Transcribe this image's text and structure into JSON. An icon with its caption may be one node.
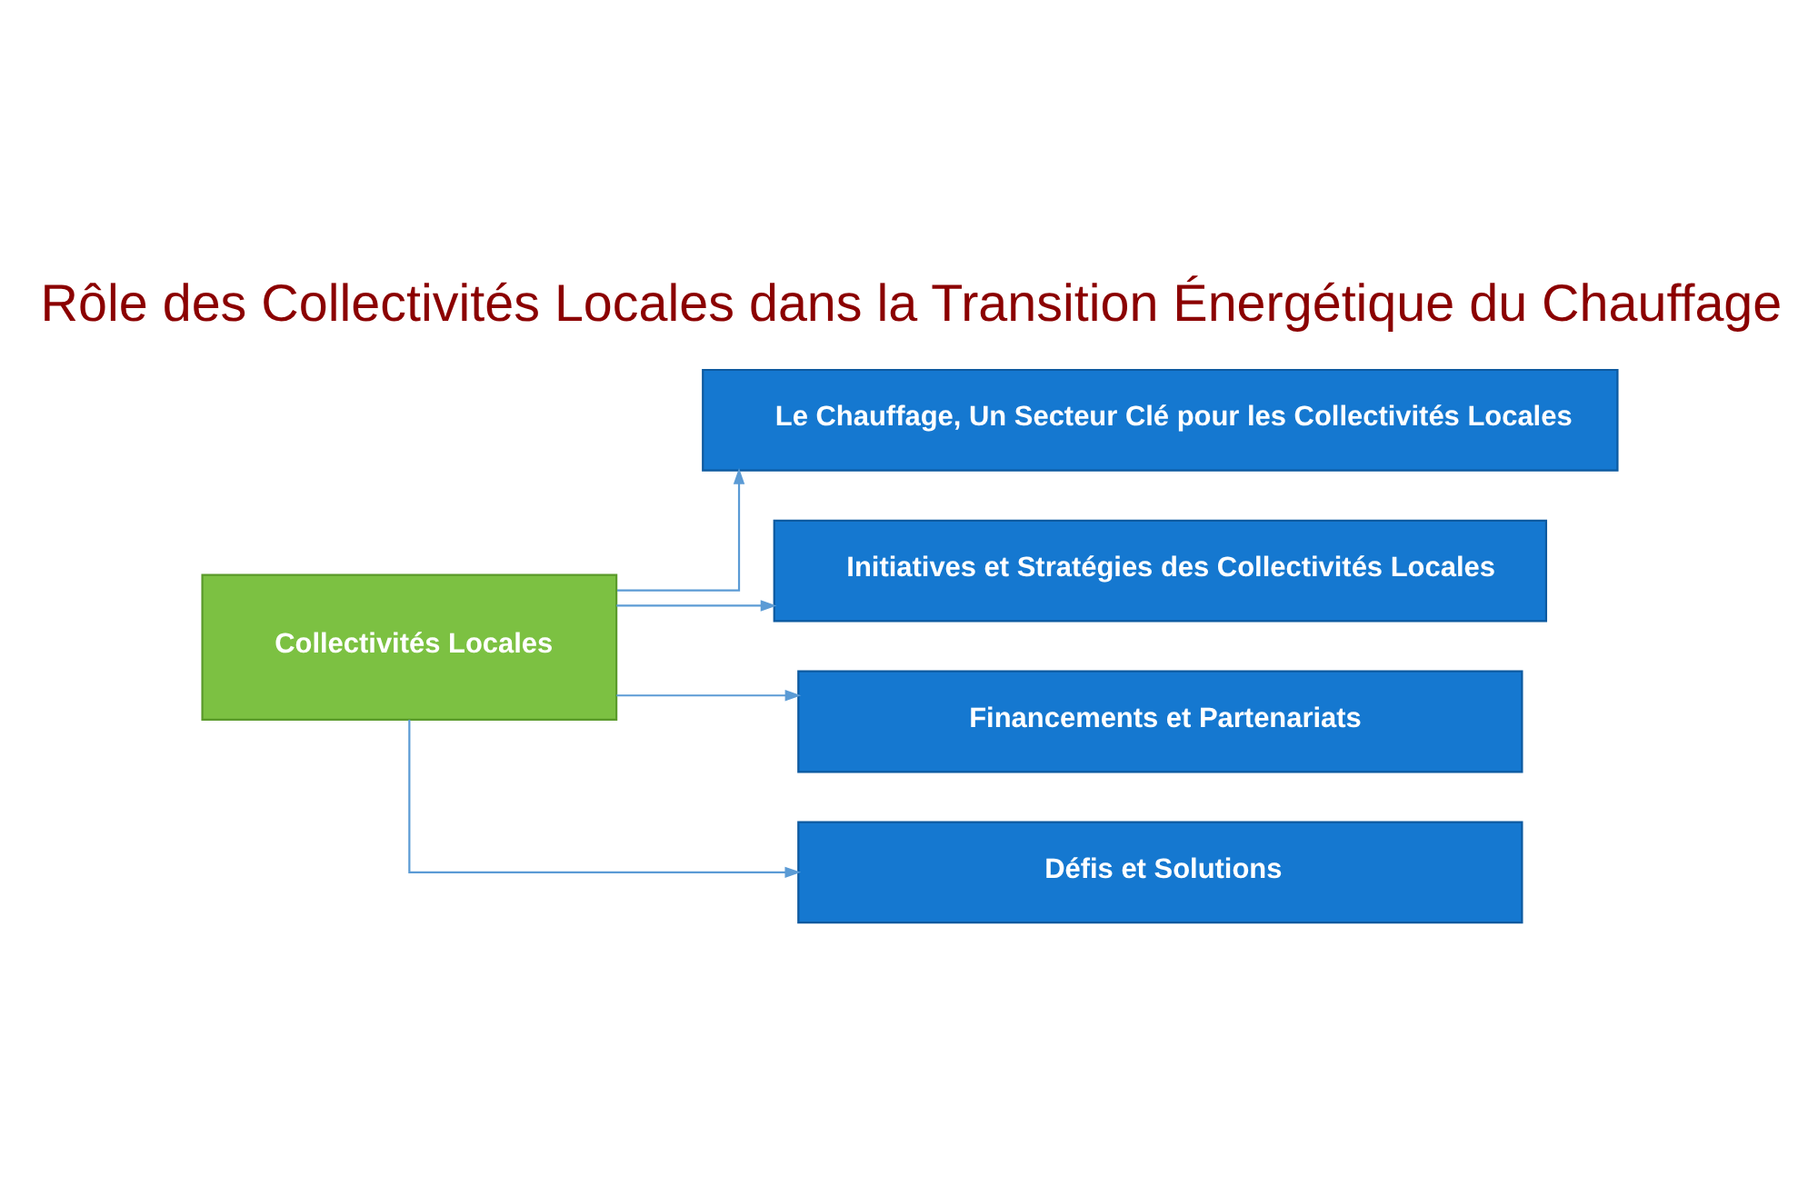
{
  "diagram": {
    "title": "Rôle des Collectivités Locales dans la Transition Énergétique du Chauffage",
    "nodes": [
      {
        "text": [
          "Collectivités Locales"
        ]
      },
      {
        "text": [
          "Le Chauffage, Un Secteur Clé pour les Collectivités Locales"
        ]
      },
      {
        "text": [
          "Initiatives et Stratégies des Collectivités Locales"
        ]
      },
      {
        "text": [
          "Financements et Partenariats"
        ]
      },
      {
        "text": [
          "Défis et Solutions"
        ]
      }
    ],
    "edges": [
      {
        "from": 0,
        "to": 1,
        "arrow": "to"
      },
      {
        "from": 0,
        "to": 2,
        "arrow": "to"
      },
      {
        "from": 0,
        "to": 3,
        "arrow": "to"
      },
      {
        "from": 0,
        "to": 4,
        "arrow": "to"
      }
    ]
  }
}
